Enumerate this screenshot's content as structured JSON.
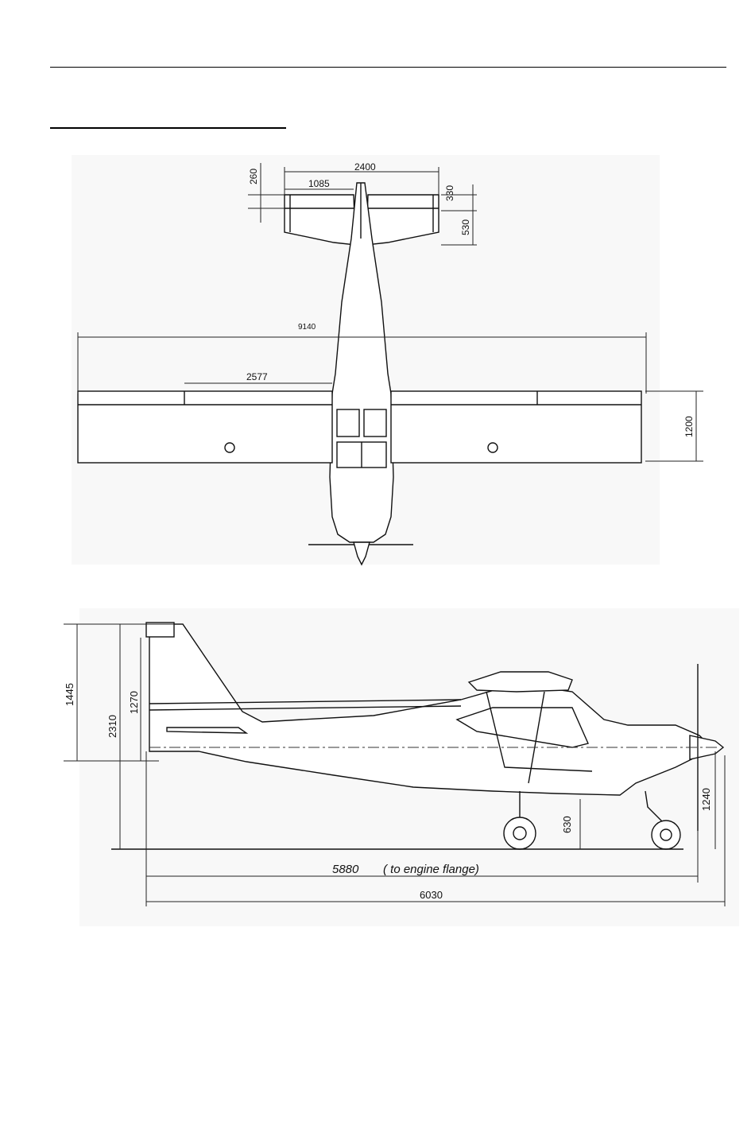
{
  "colors": {
    "line": "#111111",
    "paper": "#ffffff",
    "panel": "#f7f7f7"
  },
  "top_view": {
    "dimensions": {
      "stab_span": "2400",
      "elevator_half": "1085",
      "stab_tip_chord": "260",
      "elevator_chord": "330",
      "stab_root_chord": "530",
      "wingspan": "9140",
      "flap_span": "2577",
      "wing_chord": "1200"
    }
  },
  "side_view": {
    "dimensions": {
      "fin_height": "1445",
      "total_height": "2310",
      "rudder_height": "1270",
      "length_flange": "5880",
      "length_flange_note": "( to engine flange)",
      "total_length": "6030",
      "ground_clearance": "630",
      "prop_axis_height": "1240"
    }
  }
}
